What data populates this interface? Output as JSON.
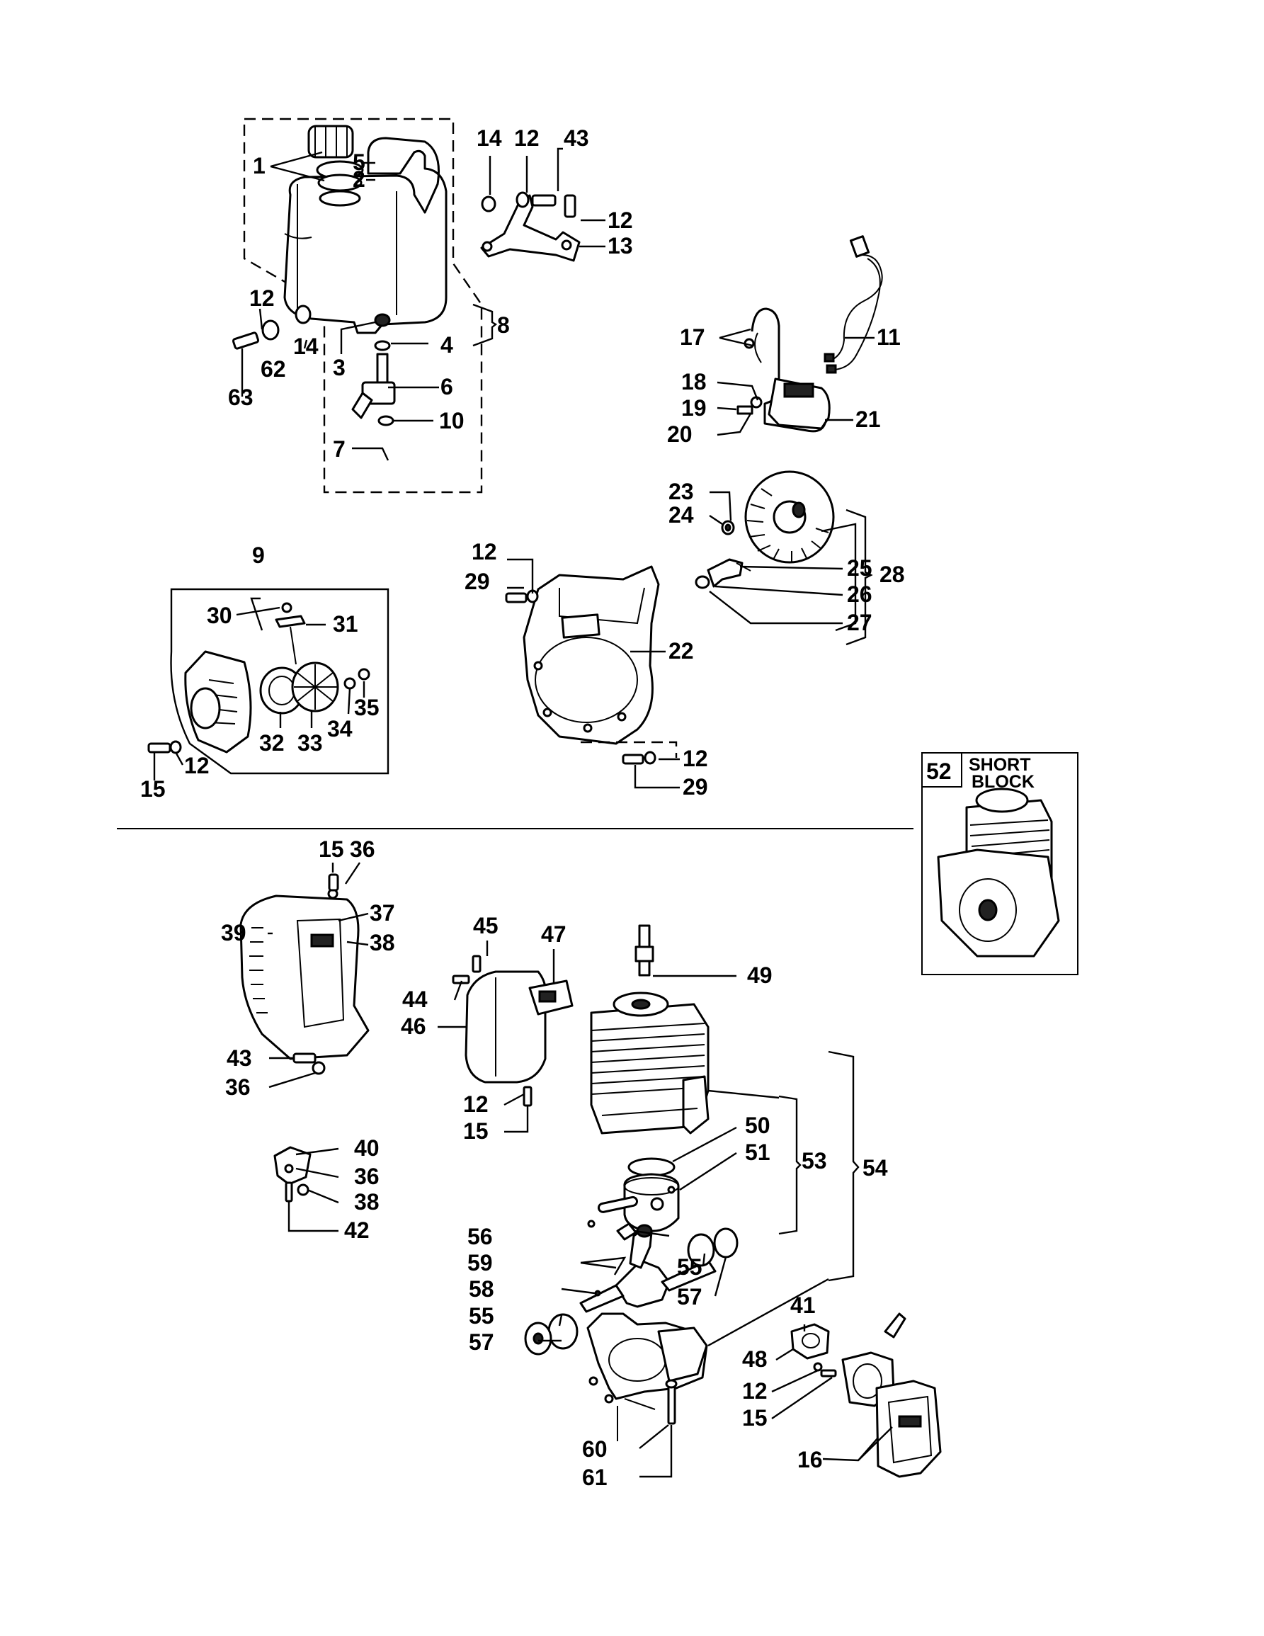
{
  "diagram": {
    "callouts": [
      {
        "id": "c1",
        "text": "1"
      },
      {
        "id": "c5",
        "text": "5"
      },
      {
        "id": "c2",
        "text": "2"
      },
      {
        "id": "c12a",
        "text": "12"
      },
      {
        "id": "c62",
        "text": "62"
      },
      {
        "id": "c63",
        "text": "63"
      },
      {
        "id": "c14a",
        "text": "14"
      },
      {
        "id": "c3",
        "text": "3"
      },
      {
        "id": "c4",
        "text": "4"
      },
      {
        "id": "c6",
        "text": "6"
      },
      {
        "id": "c10",
        "text": "10"
      },
      {
        "id": "c7",
        "text": "7"
      },
      {
        "id": "c8",
        "text": "8"
      },
      {
        "id": "c14b",
        "text": "14"
      },
      {
        "id": "c12b",
        "text": "12"
      },
      {
        "id": "c43a",
        "text": "43"
      },
      {
        "id": "c12c",
        "text": "12"
      },
      {
        "id": "c13",
        "text": "13"
      },
      {
        "id": "c17",
        "text": "17"
      },
      {
        "id": "c11",
        "text": "11"
      },
      {
        "id": "c18",
        "text": "18"
      },
      {
        "id": "c19",
        "text": "19"
      },
      {
        "id": "c20",
        "text": "20"
      },
      {
        "id": "c21",
        "text": "21"
      },
      {
        "id": "c23",
        "text": "23"
      },
      {
        "id": "c24",
        "text": "24"
      },
      {
        "id": "c25",
        "text": "25"
      },
      {
        "id": "c26",
        "text": "26"
      },
      {
        "id": "c27",
        "text": "27"
      },
      {
        "id": "c28",
        "text": "28"
      },
      {
        "id": "c12d",
        "text": "12"
      },
      {
        "id": "c29a",
        "text": "29"
      },
      {
        "id": "c22",
        "text": "22"
      },
      {
        "id": "c12e",
        "text": "12"
      },
      {
        "id": "c29b",
        "text": "29"
      },
      {
        "id": "c9",
        "text": "9"
      },
      {
        "id": "c30",
        "text": "30"
      },
      {
        "id": "c31",
        "text": "31"
      },
      {
        "id": "c35",
        "text": "35"
      },
      {
        "id": "c34",
        "text": "34"
      },
      {
        "id": "c32",
        "text": "32"
      },
      {
        "id": "c33",
        "text": "33"
      },
      {
        "id": "c12f",
        "text": "12"
      },
      {
        "id": "c15a",
        "text": "15"
      },
      {
        "id": "c52",
        "text": "52"
      },
      {
        "id": "c15b",
        "text": "15"
      },
      {
        "id": "c36a",
        "text": "36"
      },
      {
        "id": "c37",
        "text": "37"
      },
      {
        "id": "c39",
        "text": "39"
      },
      {
        "id": "c38a",
        "text": "38"
      },
      {
        "id": "c43b",
        "text": "43"
      },
      {
        "id": "c36b",
        "text": "36"
      },
      {
        "id": "c40",
        "text": "40"
      },
      {
        "id": "c36c",
        "text": "36"
      },
      {
        "id": "c38b",
        "text": "38"
      },
      {
        "id": "c42",
        "text": "42"
      },
      {
        "id": "c45",
        "text": "45"
      },
      {
        "id": "c47",
        "text": "47"
      },
      {
        "id": "c44",
        "text": "44"
      },
      {
        "id": "c46",
        "text": "46"
      },
      {
        "id": "c12g",
        "text": "12"
      },
      {
        "id": "c15c",
        "text": "15"
      },
      {
        "id": "c49",
        "text": "49"
      },
      {
        "id": "c50",
        "text": "50"
      },
      {
        "id": "c51",
        "text": "51"
      },
      {
        "id": "c53",
        "text": "53"
      },
      {
        "id": "c54",
        "text": "54"
      },
      {
        "id": "c56",
        "text": "56"
      },
      {
        "id": "c59",
        "text": "59"
      },
      {
        "id": "c58",
        "text": "58"
      },
      {
        "id": "c55a",
        "text": "55"
      },
      {
        "id": "c57a",
        "text": "57"
      },
      {
        "id": "c55b",
        "text": "55"
      },
      {
        "id": "c57b",
        "text": "57"
      },
      {
        "id": "c60",
        "text": "60"
      },
      {
        "id": "c61",
        "text": "61"
      },
      {
        "id": "c41",
        "text": "41"
      },
      {
        "id": "c48",
        "text": "48"
      },
      {
        "id": "c12h",
        "text": "12"
      },
      {
        "id": "c15d",
        "text": "15"
      },
      {
        "id": "c16",
        "text": "16"
      }
    ],
    "short_block": {
      "number": "52",
      "line1": "SHORT",
      "line2": "BLOCK"
    }
  }
}
